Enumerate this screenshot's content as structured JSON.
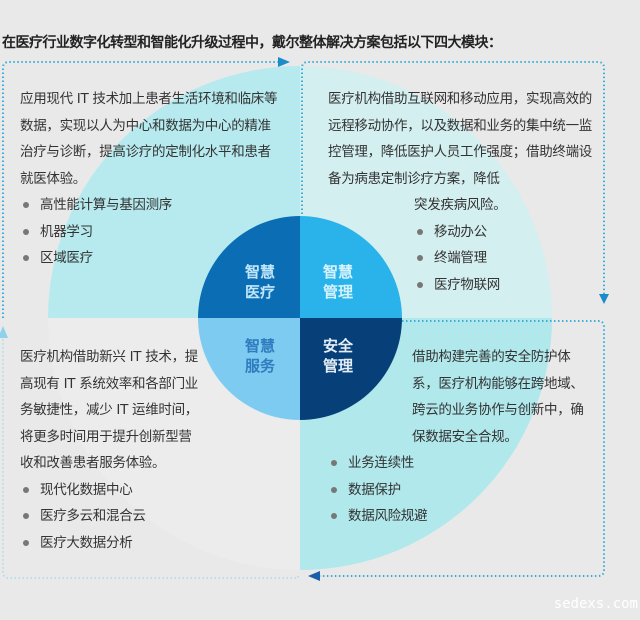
{
  "title": "在医疗行业数字化转型和智能化升级过程中，戴尔整体解决方案包括以下四大模块：",
  "colors": {
    "background": "#e9e9e9",
    "big_circle_light": "#b6eaee",
    "smart_medical": "#0b6db3",
    "smart_management": "#29b3ea",
    "smart_service": "#7ecbf2",
    "security_management": "#073f78",
    "dotted_border": "#3aaed8"
  },
  "modules": {
    "smart_medical": {
      "label_line1": "智慧",
      "label_line2": "医疗",
      "description": "应用现代 IT 技术加上患者生活环境和临床等数据，实现以人为中心和数据为中心的精准治疗与诊断，提高诊疗的定制化水平和患者就医体验。",
      "items": [
        "高性能计算与基因测序",
        "机器学习",
        "区域医疗"
      ]
    },
    "smart_management": {
      "label_line1": "智慧",
      "label_line2": "管理",
      "description": "医疗机构借助互联网和移动应用，实现高效的远程移动协作，以及数据和业务的集中统一监控管理，降低医护人员工作强度；借助终端设备为病患定制诊疗方案，降低",
      "description_tail": "突发疾病风险。",
      "items": [
        "移动办公",
        "终端管理",
        "医疗物联网"
      ]
    },
    "smart_service": {
      "label_line1": "智慧",
      "label_line2": "服务",
      "description": "医疗机构借助新兴 IT 技术，提高现有 IT 系统效率和各部门业务敏捷性，减少 IT 运维时间，将更多时间用于提升创新型营收和改善患者服务体验。",
      "items": [
        "现代化数据中心",
        "医疗多云和混合云",
        "医疗大数据分析"
      ]
    },
    "security_management": {
      "label_line1": "安全",
      "label_line2": "管理",
      "description": "借助构建完善的安全防护体系，医疗机构能够在跨地域、跨云的业务协作与创新中，确保数据安全合规。",
      "items": [
        "业务连续性",
        "数据保护",
        "数据风险规避"
      ]
    }
  },
  "watermark": "sedexs.com"
}
